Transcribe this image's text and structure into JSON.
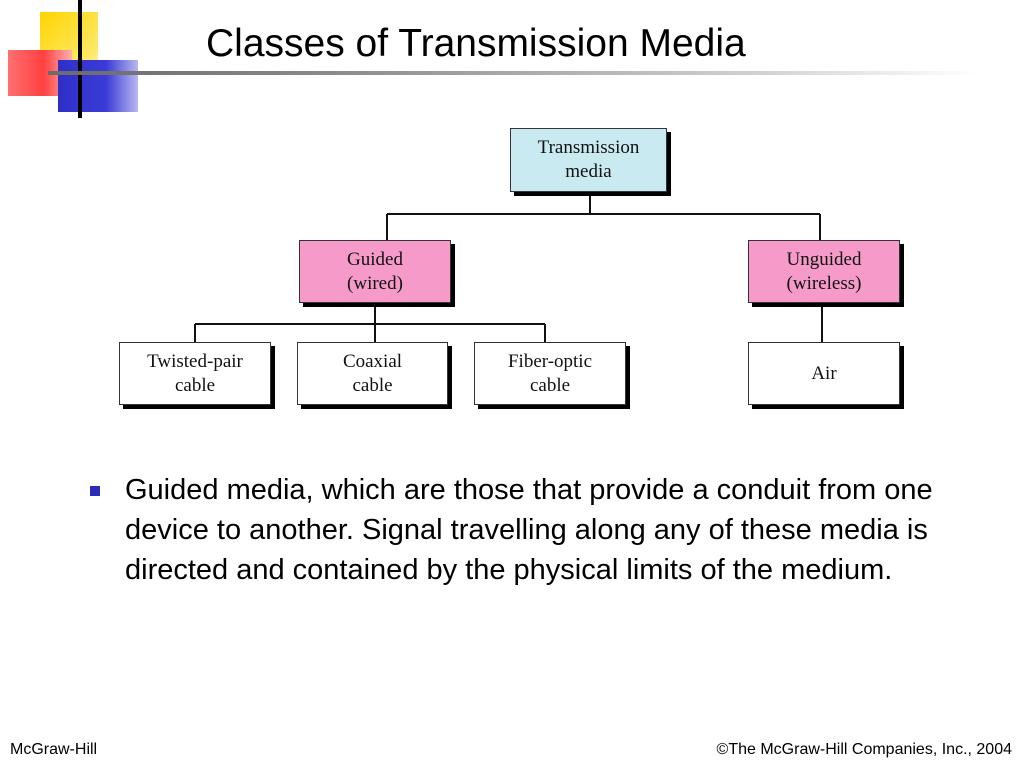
{
  "slide": {
    "title": "Classes of Transmission Media",
    "bullet": "Guided media, which are those that provide a conduit from one device to another. Signal travelling along any of these media is directed and contained by the physical limits of the medium."
  },
  "diagram": {
    "root": "Transmission\nmedia",
    "guided": "Guided\n(wired)",
    "unguided": "Unguided\n(wireless)",
    "twisted": "Twisted-pair\ncable",
    "coaxial": "Coaxial\ncable",
    "fiber": "Fiber-optic\ncable",
    "air": "Air"
  },
  "footer": {
    "left": "McGraw-Hill",
    "right": "©The McGraw-Hill Companies, Inc., 2004"
  },
  "colors": {
    "root_fill": "#c9eaf0",
    "category_fill": "#f59ac9",
    "leaf_fill": "#ffffff",
    "bullet": "#2b2bb8"
  },
  "icons": {
    "bullet": "square-bullet-icon"
  }
}
